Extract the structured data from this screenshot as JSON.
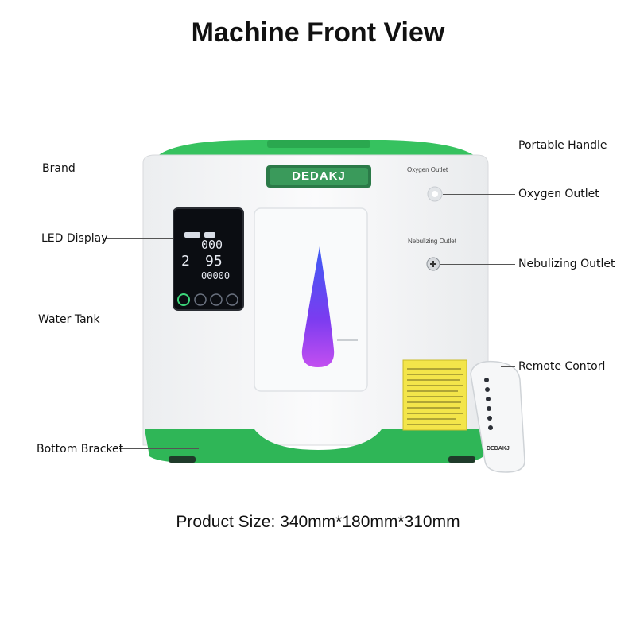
{
  "title": "Machine Front View",
  "product_size": "Product Size: 340mm*180mm*310mm",
  "callouts": {
    "brand": "Brand",
    "led_display": "LED Display",
    "water_tank": "Water Tank",
    "bottom_bracket": "Bottom Bracket",
    "portable_handle": "Portable Handle",
    "oxygen_outlet": "Oxygen Outlet",
    "nebulizing_outlet": "Nebulizing Outlet",
    "remote_control": "Remote Contorl"
  },
  "device": {
    "brand_plate": "DEDAKJ",
    "oxygen_outlet_label": "Oxygen Outlet",
    "nebulizing_outlet_label": "Nebulizing Outlet",
    "remote_brand": "DEDAKJ",
    "display": {
      "flow": "2",
      "purity": "95",
      "total": "00000",
      "timer": "000"
    }
  },
  "colors": {
    "body": "#f4f5f6",
    "green": "#35c25e",
    "display_bg": "#0b0d12",
    "tank_glow": "#6a3ff0",
    "caution_label": "#f3e54a"
  }
}
